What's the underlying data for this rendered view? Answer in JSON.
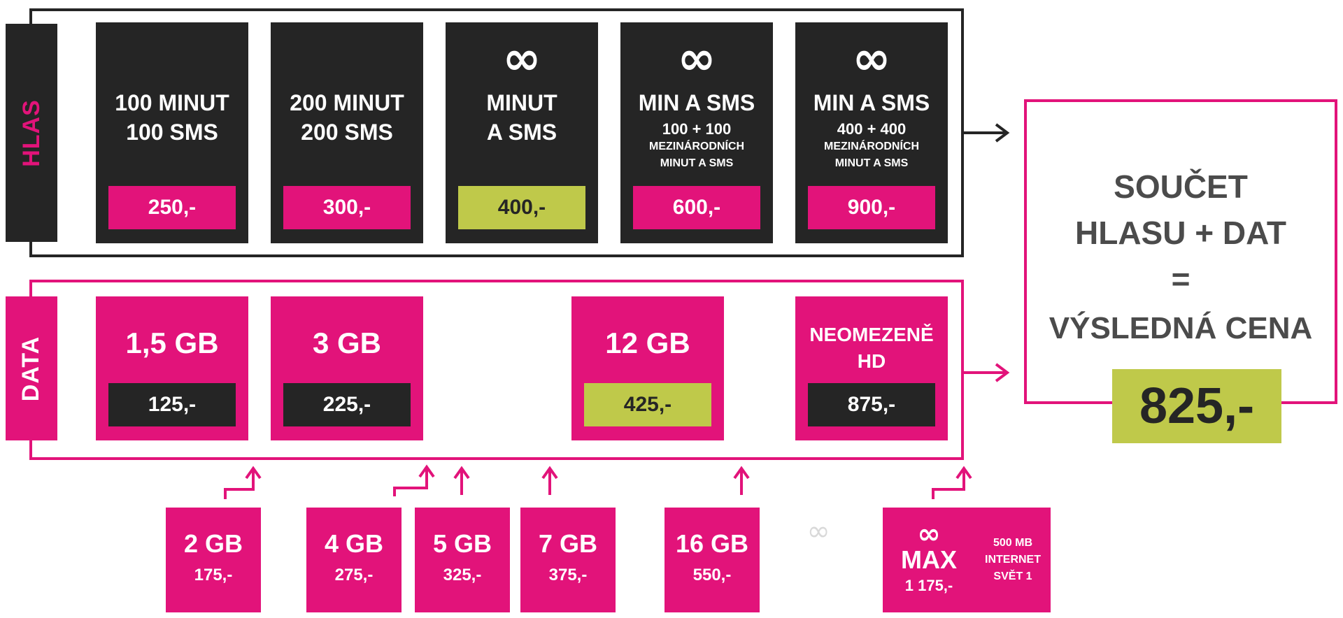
{
  "colors": {
    "magenta": "#e2137a",
    "dark": "#252525",
    "lime": "#bfc94a",
    "gray_text": "#4b4b4b"
  },
  "voice": {
    "side_label": "HLAS",
    "cards": [
      {
        "line1": "100 MINUT",
        "line2": "100 SMS",
        "price": "250,-",
        "highlight": false
      },
      {
        "line1": "200 MINUT",
        "line2": "200 SMS",
        "price": "300,-",
        "highlight": false
      },
      {
        "icon": "infinity-icon",
        "symbol": "∞",
        "line1": "MINUT",
        "line2": "A SMS",
        "price": "400,-",
        "highlight": true
      },
      {
        "icon": "infinity-icon",
        "symbol": "∞",
        "line1": "MIN A SMS",
        "sub1": "100 + 100",
        "sub2": "MEZINÁRODNÍCH",
        "sub3": "MINUT A SMS",
        "price": "600,-",
        "highlight": false
      },
      {
        "icon": "infinity-icon",
        "symbol": "∞",
        "line1": "MIN A SMS",
        "sub1": "400 + 400",
        "sub2": "MEZINÁRODNÍCH",
        "sub3": "MINUT A SMS",
        "price": "900,-",
        "highlight": false
      }
    ]
  },
  "data": {
    "side_label": "DATA",
    "cards": [
      {
        "size": "1,5 GB",
        "price": "125,-",
        "highlight": false
      },
      {
        "size": "3 GB",
        "price": "225,-",
        "highlight": false
      },
      {
        "size": "12 GB",
        "price": "425,-",
        "highlight": true
      },
      {
        "line1": "NEOMEZENĚ",
        "line2": "HD",
        "price": "875,-",
        "highlight": false
      }
    ]
  },
  "extras": [
    {
      "size": "2 GB",
      "price": "175,-"
    },
    {
      "size": "4 GB",
      "price": "275,-"
    },
    {
      "size": "5 GB",
      "price": "325,-"
    },
    {
      "size": "7 GB",
      "price": "375,-"
    },
    {
      "size": "16 GB",
      "price": "550,-"
    },
    {
      "icon": "infinity-icon",
      "symbol": "∞",
      "size": "MAX",
      "price": "1 175,-",
      "note1": "500 MB",
      "note2": "INTERNET",
      "note3": "SVĚT 1"
    }
  ],
  "faint_symbol": "∞",
  "result": {
    "line1": "SOUČET",
    "line2": "HLASU + DAT",
    "line3": "=",
    "line4": "VÝSLEDNÁ CENA",
    "price": "825,-"
  }
}
